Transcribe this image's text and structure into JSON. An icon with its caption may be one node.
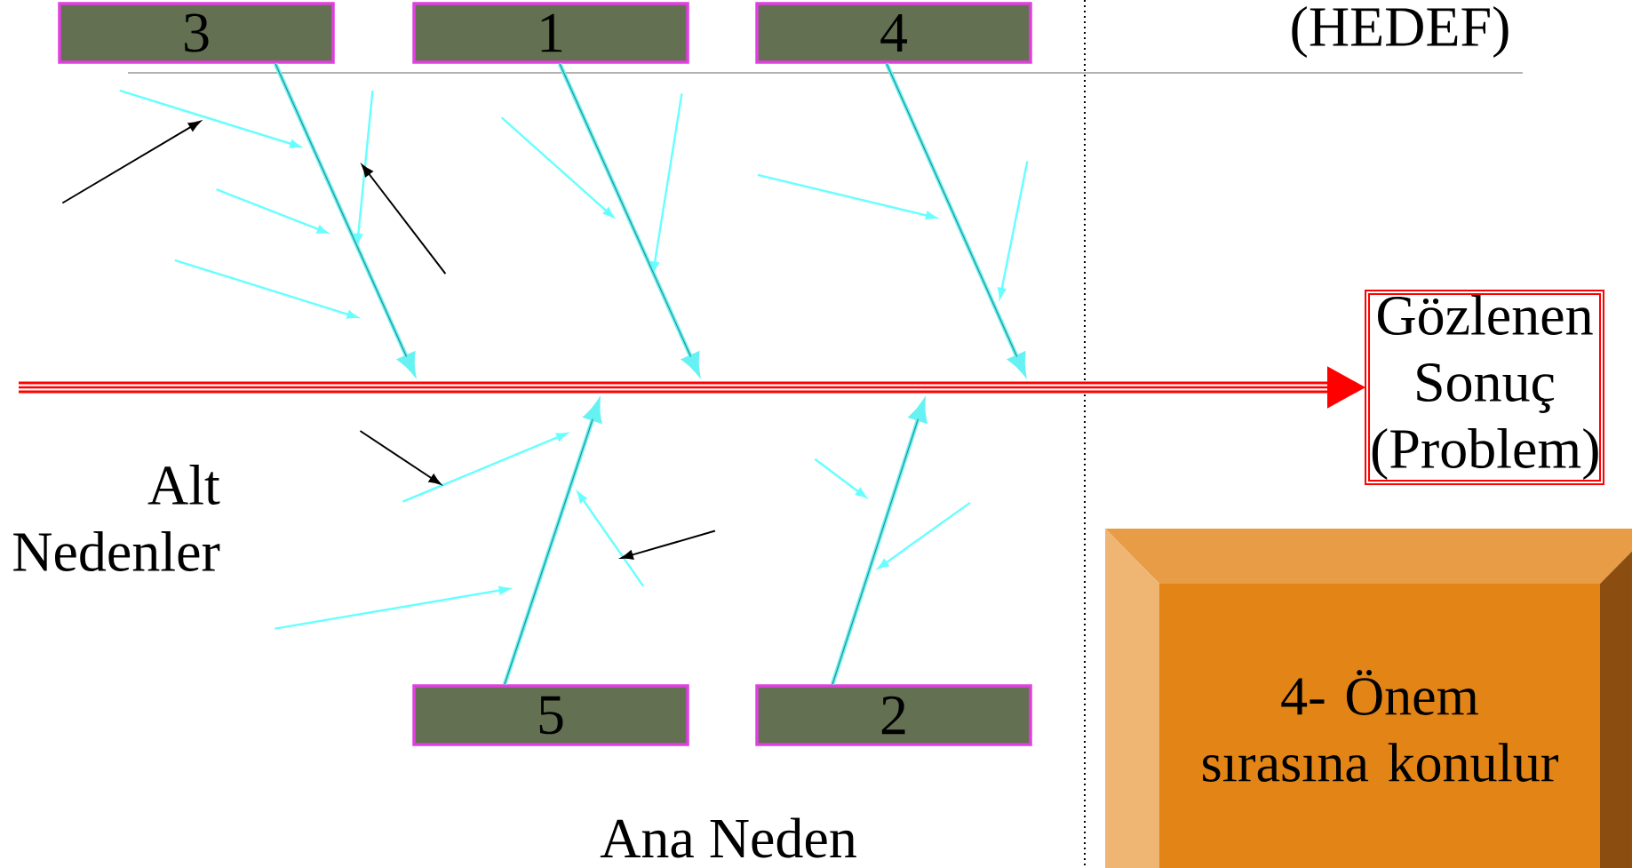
{
  "diagram": {
    "nodes": [
      {
        "text": [
          "3"
        ]
      },
      {
        "text": [
          "1"
        ]
      },
      {
        "text": [
          "4"
        ]
      },
      {
        "text": [
          "Gözlenen Sonuç (Problem)"
        ]
      },
      {
        "text": [
          "5"
        ]
      },
      {
        "text": [
          "2"
        ]
      },
      {
        "text": [
          "4- Önem sırasına konulur"
        ]
      }
    ],
    "edges": [
      {
        "from": null,
        "to": 3,
        "arrow": "to",
        "style": "thick",
        "color": "#ff0000"
      },
      {
        "from": 0,
        "to": null,
        "arrow": "to"
      },
      {
        "from": 1,
        "to": null,
        "arrow": "to"
      },
      {
        "from": 2,
        "to": null,
        "arrow": "to"
      },
      {
        "from": 4,
        "to": null,
        "arrow": "to"
      },
      {
        "from": 5,
        "to": null,
        "arrow": "to"
      }
    ],
    "labels": [
      "(HEDEF)",
      "Alt Nedenler",
      "Ana Neden"
    ]
  }
}
